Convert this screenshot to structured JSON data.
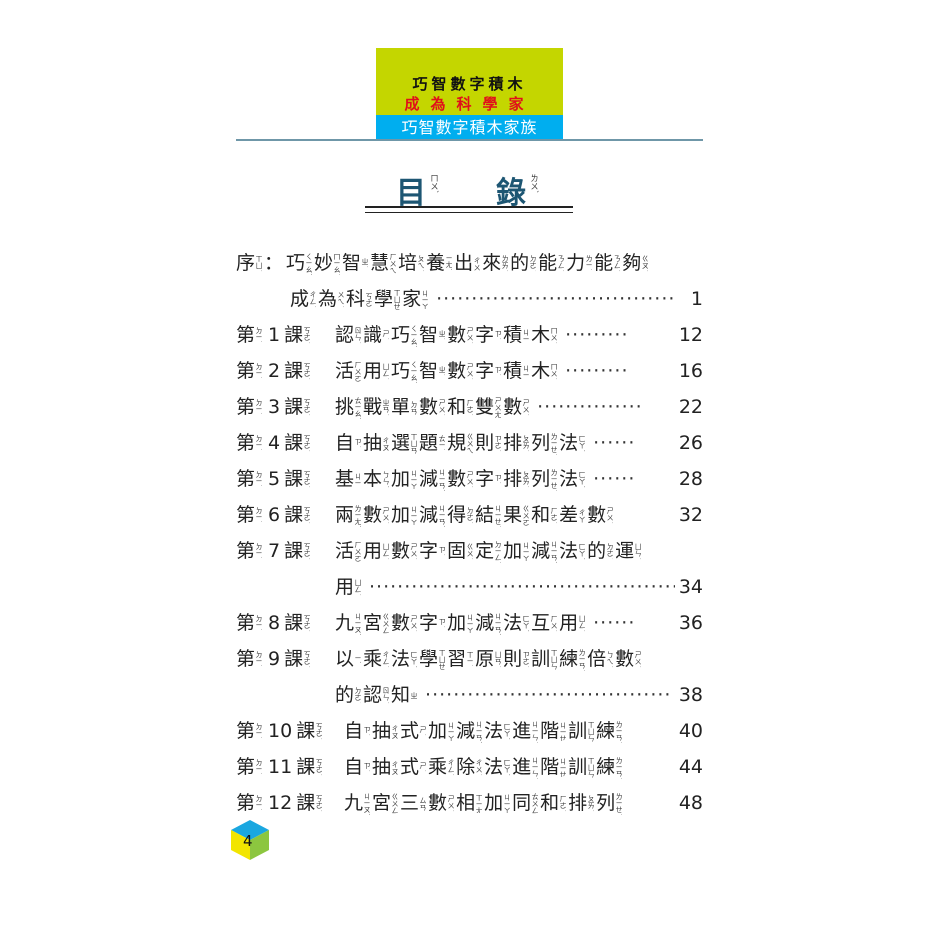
{
  "header": {
    "line1": "巧智數字積木",
    "line2": "成為科學家",
    "band": "巧智數字積木家族",
    "colors": {
      "green": "#c4d600",
      "blue": "#00aeef",
      "red": "#e0101a"
    }
  },
  "title": {
    "c1": "目",
    "z1": "ㄇㄨˋ",
    "c2": "錄",
    "z2": "ㄌㄨˋ",
    "color": "#1d5673"
  },
  "rows": [
    {
      "pre": [
        [
          "序",
          "ㄒㄩˋ"
        ]
      ],
      "colon": "：",
      "chars": [
        [
          "巧",
          "ㄑㄧㄠˇ"
        ],
        [
          "妙",
          "ㄇㄧㄠˋ"
        ],
        [
          "智",
          "ㄓˋ"
        ],
        [
          "慧",
          "ㄏㄨㄟˋ"
        ],
        [
          "培",
          "ㄆㄟˊ"
        ],
        [
          "養",
          "ㄧㄤˇ"
        ],
        [
          "出",
          "ㄔㄨ"
        ],
        [
          "來",
          "ㄌㄞˊ"
        ],
        [
          "的",
          "ㄉㄜ˙"
        ],
        [
          "能",
          "ㄋㄥˊ"
        ],
        [
          "力",
          "ㄌㄧˋ"
        ],
        [
          "能",
          "ㄋㄥˊ"
        ],
        [
          "夠",
          "ㄍㄡˋ"
        ]
      ],
      "page": ""
    },
    {
      "indent": true,
      "chars": [
        [
          "成",
          "ㄔㄥˊ"
        ],
        [
          "為",
          "ㄨㄟˊ"
        ],
        [
          "科",
          "ㄎㄜ"
        ],
        [
          "學",
          "ㄒㄩㄝˊ"
        ],
        [
          "家",
          "ㄐㄧㄚ"
        ]
      ],
      "leader": "··································",
      "page": "1"
    },
    {
      "lesson": "1",
      "chars": [
        [
          "認",
          "ㄖㄣˋ"
        ],
        [
          "識",
          "ㄕˋ"
        ],
        [
          "巧",
          "ㄑㄧㄠˇ"
        ],
        [
          "智",
          "ㄓˋ"
        ],
        [
          "數",
          "ㄕㄨˋ"
        ],
        [
          "字",
          "ㄗˋ"
        ],
        [
          "積",
          "ㄐㄧ"
        ],
        [
          "木",
          "ㄇㄨˋ"
        ]
      ],
      "leader": "·········",
      "page": "12"
    },
    {
      "lesson": "2",
      "chars": [
        [
          "活",
          "ㄏㄨㄛˊ"
        ],
        [
          "用",
          "ㄩㄥˋ"
        ],
        [
          "巧",
          "ㄑㄧㄠˇ"
        ],
        [
          "智",
          "ㄓˋ"
        ],
        [
          "數",
          "ㄕㄨˋ"
        ],
        [
          "字",
          "ㄗˋ"
        ],
        [
          "積",
          "ㄐㄧ"
        ],
        [
          "木",
          "ㄇㄨˋ"
        ]
      ],
      "leader": "·········",
      "page": "16"
    },
    {
      "lesson": "3",
      "chars": [
        [
          "挑",
          "ㄊㄧㄠˇ"
        ],
        [
          "戰",
          "ㄓㄢˋ"
        ],
        [
          "單",
          "ㄉㄢ"
        ],
        [
          "數",
          "ㄕㄨˋ"
        ],
        [
          "和",
          "ㄏㄜˊ"
        ],
        [
          "雙",
          "ㄕㄨㄤ"
        ],
        [
          "數",
          "ㄕㄨˋ"
        ]
      ],
      "leader": "···············",
      "page": "22"
    },
    {
      "lesson": "4",
      "chars": [
        [
          "自",
          "ㄗˋ"
        ],
        [
          "抽",
          "ㄔㄡ"
        ],
        [
          "選",
          "ㄒㄩㄢˇ"
        ],
        [
          "題",
          "ㄊㄧˊ"
        ],
        [
          "規",
          "ㄍㄨㄟ"
        ],
        [
          "則",
          "ㄗㄜˊ"
        ],
        [
          "排",
          "ㄆㄞˊ"
        ],
        [
          "列",
          "ㄌㄧㄝˋ"
        ],
        [
          "法",
          "ㄈㄚˇ"
        ]
      ],
      "leader": "······",
      "page": "26"
    },
    {
      "lesson": "5",
      "chars": [
        [
          "基",
          "ㄐㄧ"
        ],
        [
          "本",
          "ㄅㄣˇ"
        ],
        [
          "加",
          "ㄐㄧㄚ"
        ],
        [
          "減",
          "ㄐㄧㄢˇ"
        ],
        [
          "數",
          "ㄕㄨˋ"
        ],
        [
          "字",
          "ㄗˋ"
        ],
        [
          "排",
          "ㄆㄞˊ"
        ],
        [
          "列",
          "ㄌㄧㄝˋ"
        ],
        [
          "法",
          "ㄈㄚˇ"
        ]
      ],
      "leader": "······",
      "page": "28"
    },
    {
      "lesson": "6",
      "chars": [
        [
          "兩",
          "ㄌㄧㄤˇ"
        ],
        [
          "數",
          "ㄕㄨˋ"
        ],
        [
          "加",
          "ㄐㄧㄚ"
        ],
        [
          "減",
          "ㄐㄧㄢˇ"
        ],
        [
          "得",
          "ㄉㄜˊ"
        ],
        [
          "結",
          "ㄐㄧㄝˊ"
        ],
        [
          "果",
          "ㄍㄨㄛˇ"
        ],
        [
          "和",
          "ㄏㄜˊ"
        ],
        [
          "差",
          "ㄔㄚ"
        ],
        [
          "數",
          "ㄕㄨˋ"
        ]
      ],
      "leader": "",
      "page": "32"
    },
    {
      "lesson": "7",
      "chars": [
        [
          "活",
          "ㄏㄨㄛˊ"
        ],
        [
          "用",
          "ㄩㄥˋ"
        ],
        [
          "數",
          "ㄕㄨˋ"
        ],
        [
          "字",
          "ㄗˋ"
        ],
        [
          "固",
          "ㄍㄨˋ"
        ],
        [
          "定",
          "ㄉㄧㄥˋ"
        ],
        [
          "加",
          "ㄐㄧㄚ"
        ],
        [
          "減",
          "ㄐㄧㄢˇ"
        ],
        [
          "法",
          "ㄈㄚˇ"
        ],
        [
          "的",
          "ㄉㄜ˙"
        ],
        [
          "運",
          "ㄩㄣˋ"
        ]
      ],
      "leader": "",
      "page": ""
    },
    {
      "cont": true,
      "chars": [
        [
          "用",
          "ㄩㄥˋ"
        ]
      ],
      "leader": "·············································",
      "page": "34"
    },
    {
      "lesson": "8",
      "chars": [
        [
          "九",
          "ㄐㄧㄡˇ"
        ],
        [
          "宮",
          "ㄍㄨㄥ"
        ],
        [
          "數",
          "ㄕㄨˋ"
        ],
        [
          "字",
          "ㄗˋ"
        ],
        [
          "加",
          "ㄐㄧㄚ"
        ],
        [
          "減",
          "ㄐㄧㄢˇ"
        ],
        [
          "法",
          "ㄈㄚˇ"
        ],
        [
          "互",
          "ㄏㄨˋ"
        ],
        [
          "用",
          "ㄩㄥˋ"
        ]
      ],
      "leader": "······",
      "page": "36"
    },
    {
      "lesson": "9",
      "chars": [
        [
          "以",
          "ㄧˇ"
        ],
        [
          "乘",
          "ㄔㄥˊ"
        ],
        [
          "法",
          "ㄈㄚˇ"
        ],
        [
          "學",
          "ㄒㄩㄝˊ"
        ],
        [
          "習",
          "ㄒㄧˊ"
        ],
        [
          "原",
          "ㄩㄢˊ"
        ],
        [
          "則",
          "ㄗㄜˊ"
        ],
        [
          "訓",
          "ㄒㄩㄣˋ"
        ],
        [
          "練",
          "ㄌㄧㄢˋ"
        ],
        [
          "倍",
          "ㄅㄟˋ"
        ],
        [
          "數",
          "ㄕㄨˋ"
        ]
      ],
      "leader": "",
      "page": ""
    },
    {
      "cont": true,
      "chars": [
        [
          "的",
          "ㄉㄜ˙"
        ],
        [
          "認",
          "ㄖㄣˋ"
        ],
        [
          "知",
          "ㄓ"
        ]
      ],
      "leader": "···································",
      "page": "38"
    },
    {
      "lesson": "10",
      "chars": [
        [
          "自",
          "ㄗˋ"
        ],
        [
          "抽",
          "ㄔㄡ"
        ],
        [
          "式",
          "ㄕˋ"
        ],
        [
          "加",
          "ㄐㄧㄚ"
        ],
        [
          "減",
          "ㄐㄧㄢˇ"
        ],
        [
          "法",
          "ㄈㄚˇ"
        ],
        [
          "進",
          "ㄐㄧㄣˋ"
        ],
        [
          "階",
          "ㄐㄧㄝ"
        ],
        [
          "訓",
          "ㄒㄩㄣˋ"
        ],
        [
          "練",
          "ㄌㄧㄢˋ"
        ]
      ],
      "leader": "",
      "page": "40"
    },
    {
      "lesson": "11",
      "chars": [
        [
          "自",
          "ㄗˋ"
        ],
        [
          "抽",
          "ㄔㄡ"
        ],
        [
          "式",
          "ㄕˋ"
        ],
        [
          "乘",
          "ㄔㄥˊ"
        ],
        [
          "除",
          "ㄔㄨˊ"
        ],
        [
          "法",
          "ㄈㄚˇ"
        ],
        [
          "進",
          "ㄐㄧㄣˋ"
        ],
        [
          "階",
          "ㄐㄧㄝ"
        ],
        [
          "訓",
          "ㄒㄩㄣˋ"
        ],
        [
          "練",
          "ㄌㄧㄢˋ"
        ]
      ],
      "leader": "",
      "page": "44"
    },
    {
      "lesson": "12",
      "chars": [
        [
          "九",
          "ㄐㄧㄡˇ"
        ],
        [
          "宮",
          "ㄍㄨㄥ"
        ],
        [
          "三",
          "ㄙㄢ"
        ],
        [
          "數",
          "ㄕㄨˋ"
        ],
        [
          "相",
          "ㄒㄧㄤ"
        ],
        [
          "加",
          "ㄐㄧㄚ"
        ],
        [
          "同",
          "ㄊㄨㄥˊ"
        ],
        [
          "和",
          "ㄏㄜˊ"
        ],
        [
          "排",
          "ㄆㄞˊ"
        ],
        [
          "列",
          "ㄌㄧㄝˋ"
        ]
      ],
      "leader": "",
      "page": "48"
    }
  ],
  "lesson_word": {
    "di": "第",
    "di_zy": "ㄉㄧˋ",
    "ke": "課",
    "ke_zy": "ㄎㄜˋ"
  },
  "footer": {
    "page_number": "4",
    "cube_colors": {
      "top": "#1aa7e0",
      "left": "#f2e500",
      "right": "#8cc63f"
    }
  }
}
